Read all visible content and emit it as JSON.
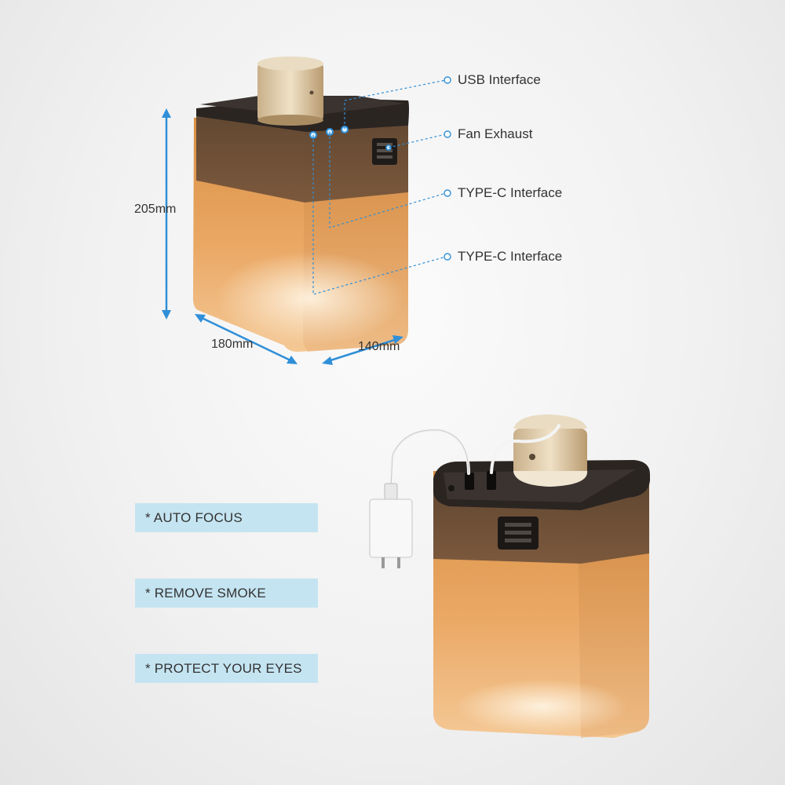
{
  "callouts": [
    {
      "id": "usb",
      "label": "USB Interface"
    },
    {
      "id": "fan",
      "label": "Fan Exhaust"
    },
    {
      "id": "typec1",
      "label": "TYPE-C Interface"
    },
    {
      "id": "typec2",
      "label": "TYPE-C Interface"
    }
  ],
  "dimensions": {
    "height": "205mm",
    "width": "180mm",
    "depth": "140mm"
  },
  "features": [
    "* AUTO FOCUS",
    "* REMOVE SMOKE",
    "* PROTECT YOUR EYES"
  ],
  "colors": {
    "accent_blue": "#2f8fd8",
    "feature_band": "#c5e4f1",
    "box_amber": "#e9a45f",
    "lid_dark": "#2a2523",
    "laser_gold": "#d8c4a2"
  }
}
